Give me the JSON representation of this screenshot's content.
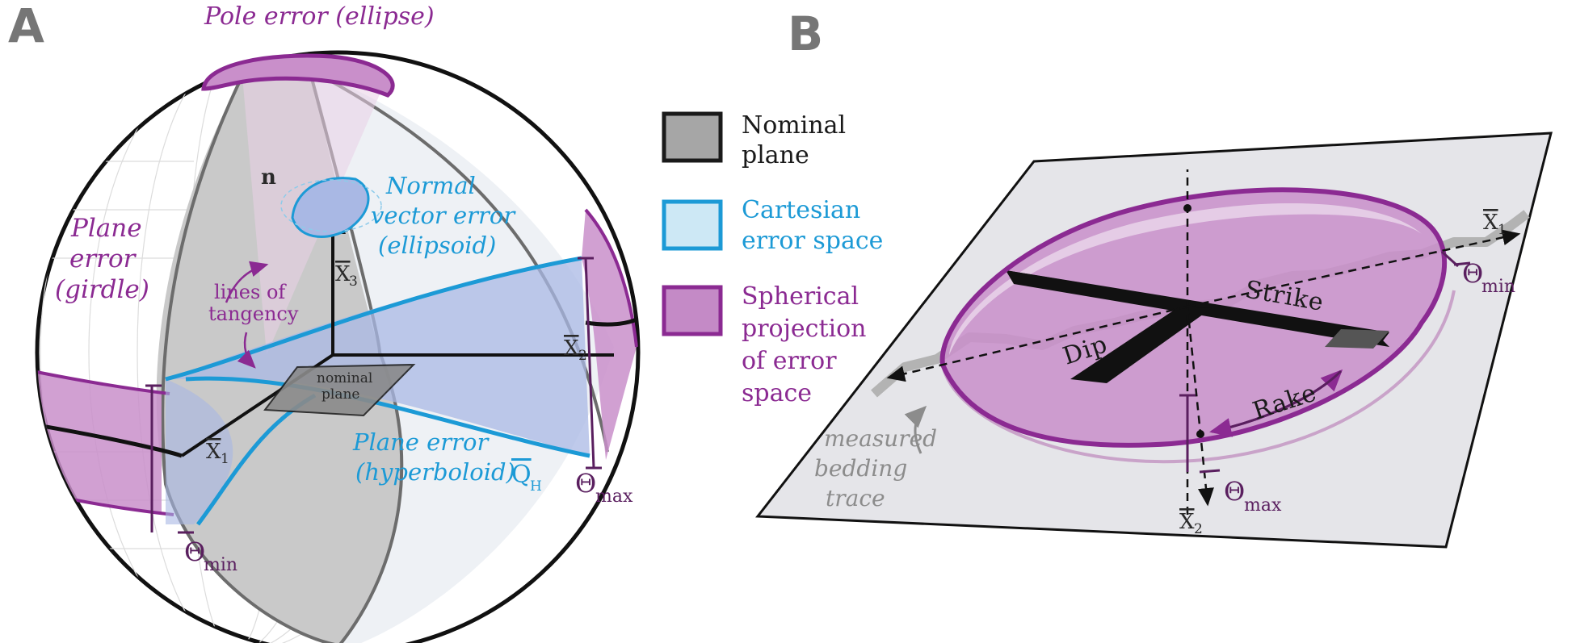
{
  "panels": {
    "a": "A",
    "b": "B"
  },
  "colors": {
    "purple": "#8b2a92",
    "blue": "#1c9ad6",
    "grey_plane": "#9a9a9a",
    "light_purple": "#d6a6d6"
  },
  "panel_a": {
    "pole_error": "Pole error (ellipse)",
    "n_label": "n",
    "normal_error": [
      "Normal",
      "vector error",
      "(ellipsoid)"
    ],
    "plane_error_girdle": [
      "Plane",
      "error",
      "(girdle)"
    ],
    "lines_of_tangency": [
      "lines of",
      "tangency"
    ],
    "x3": "X",
    "x3_sub": "3",
    "x2": "X",
    "x2_sub": "2",
    "x1": "X",
    "x1_sub": "1",
    "nominal_plane": [
      "nominal",
      "plane"
    ],
    "plane_error_hyperboloid": [
      "Plane error",
      "(hyperboloid)"
    ],
    "q_label": "Q",
    "q_sub": "H",
    "theta_min": "Θ",
    "theta_min_sub": "min",
    "theta_max": "Θ",
    "theta_max_sub": "max"
  },
  "legend": {
    "items": [
      {
        "lines": [
          "Nominal",
          "plane"
        ],
        "color": "#1a1a1a",
        "fill": "#a6a6a6",
        "text_color": "#1a1a1a"
      },
      {
        "lines": [
          "Cartesian",
          "error space"
        ],
        "color": "#1c9ad6",
        "fill": "#cde8f5",
        "text_color": "#1c9ad6"
      },
      {
        "lines": [
          "Spherical",
          "projection",
          "of error",
          "space"
        ],
        "color": "#8b2a92",
        "fill": "#c48ac6",
        "text_color": "#8b2a92"
      }
    ]
  },
  "panel_b": {
    "x1": "X",
    "x1_sub": "1",
    "x2": "X",
    "x2_sub": "2",
    "strike": "Strike",
    "dip": "Dip",
    "rake": "Rake",
    "theta_min": "Θ",
    "theta_min_sub": "min",
    "theta_max": "Θ",
    "theta_max_sub": "max",
    "measured": [
      "measured",
      "bedding",
      "trace"
    ]
  }
}
